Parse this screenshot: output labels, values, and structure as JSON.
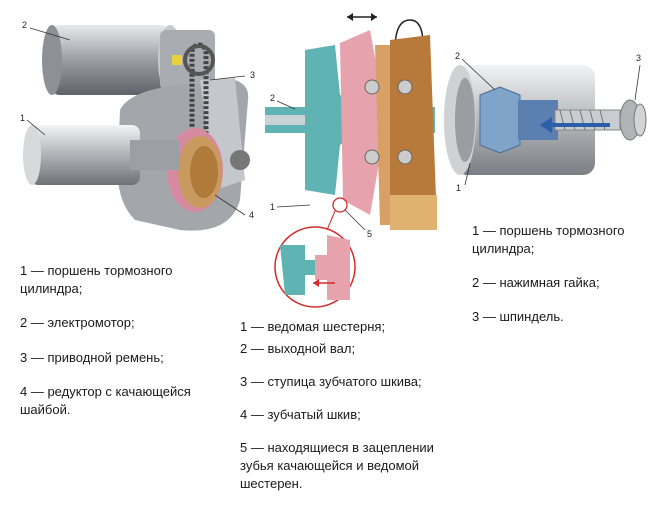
{
  "figures": {
    "left": {
      "callouts": [
        "2",
        "3",
        "1",
        "4"
      ]
    },
    "middle": {
      "callouts": [
        "2",
        "1",
        "5"
      ]
    },
    "right": {
      "callouts": [
        "2",
        "3",
        "1"
      ]
    }
  },
  "legends": {
    "left": [
      "1 — поршень тормозного\nцилиндра;",
      "2 — электромотор;",
      "3 — приводной ремень;",
      "4 — редуктор с качающейся\nшайбой."
    ],
    "middle": [
      "1 — ведомая шестерня;",
      "2 — выходной вал;",
      "3 — ступица зубчатого шкива;",
      "4 — зубчатый шкив;",
      "5 — находящиеся в зацеплении\nзубья качающейся и ведомой\nшестерен."
    ],
    "right": [
      "1 — поршень тормозного\nцилиндра;",
      "2 — нажимная гайка;",
      "3 — шпиндель."
    ]
  },
  "colors": {
    "metal": "#b9bcc1",
    "teal": "#5fb3b3",
    "pink": "#e6a3ad",
    "orange": "#d9a066",
    "blue": "#5b7fb0",
    "red": "#d42a2a"
  }
}
